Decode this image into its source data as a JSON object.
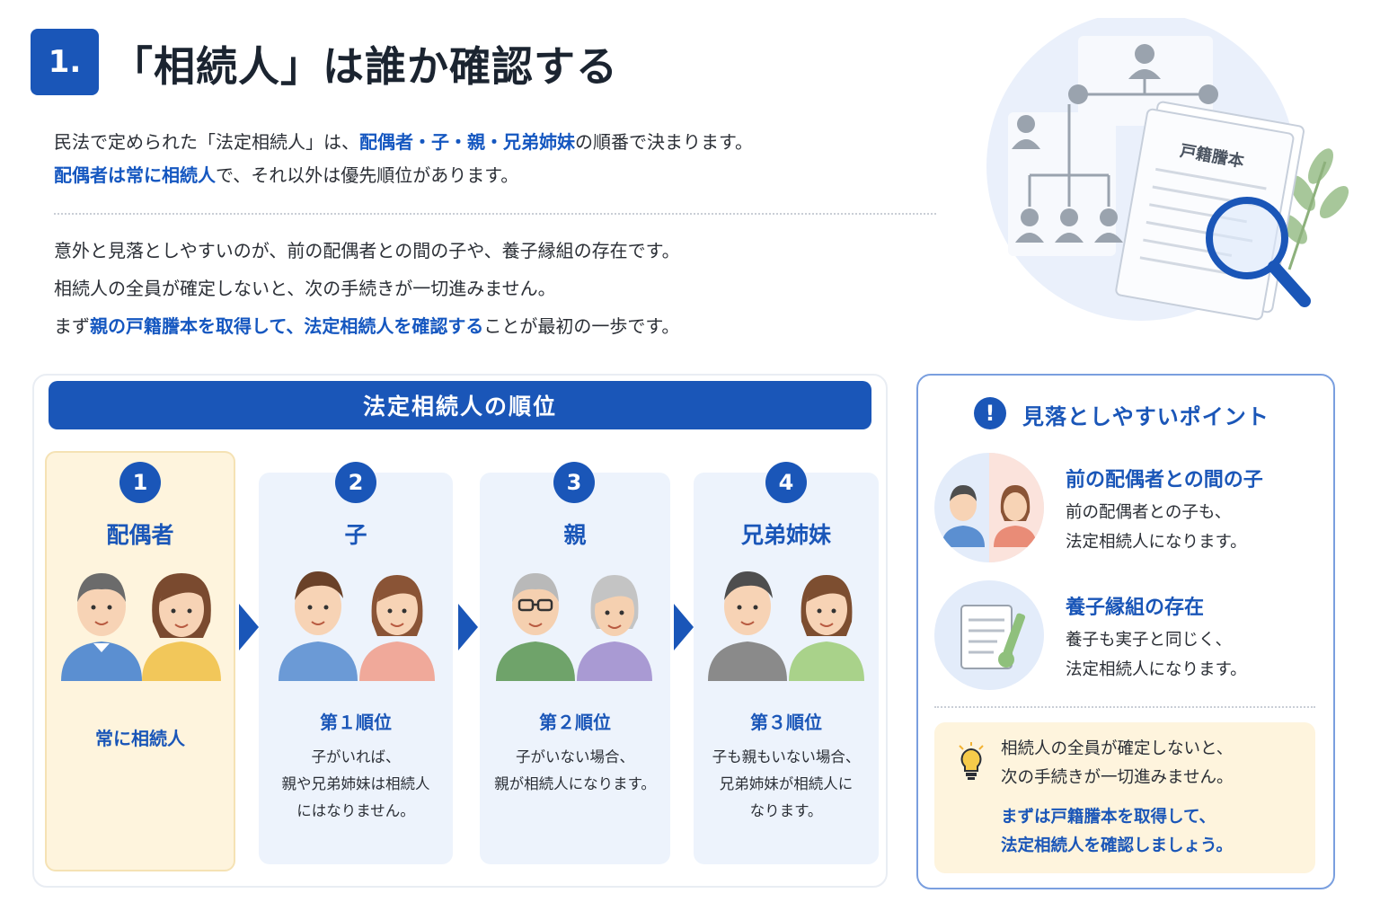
{
  "header": {
    "number": "1.",
    "title": "「相続人」は誰か確認する"
  },
  "intro": {
    "l1_a": "民法で定められた「法定相続人」は、",
    "l1_hl": "配偶者・子・親・兄弟姉妹",
    "l1_b": "の順番で決まります。",
    "l2_hl": "配偶者は常に相続人",
    "l2_b": "で、それ以外は優先順位があります。"
  },
  "body": {
    "l1": "意外と見落としやすいのが、前の配偶者との間の子や、養子縁組の存在です。",
    "l2": "相続人の全員が確定しないと、次の手続きが一切進みません。",
    "l3_a": "まず",
    "l3_hl": "親の戸籍謄本を取得して、法定相続人を確認する",
    "l3_b": "ことが最初の一歩です。"
  },
  "illustration": {
    "document_label": "戸籍謄本",
    "icon": "family-tree-document-magnifier-icon"
  },
  "ranking": {
    "title": "法定相続人の順位",
    "cards": [
      {
        "num": "1",
        "title": "配偶者",
        "sub": "常に相続人",
        "desc": []
      },
      {
        "num": "2",
        "title": "子",
        "sub": "第１順位",
        "desc": [
          "子がいれば、",
          "親や兄弟姉妹は相続人",
          "にはなりません。"
        ]
      },
      {
        "num": "3",
        "title": "親",
        "sub": "第２順位",
        "desc": [
          "子がいない場合、",
          "親が相続人になります。"
        ]
      },
      {
        "num": "4",
        "title": "兄弟姉妹",
        "sub": "第３順位",
        "desc": [
          "子も親もいない場合、",
          "兄弟姉妹が相続人に",
          "なります。"
        ]
      }
    ]
  },
  "points": {
    "title": "見落としやすいポイント",
    "icon": "!",
    "items": [
      {
        "heading": "前の配偶者との間の子",
        "desc": [
          "前の配偶者との子も、",
          "法定相続人になります。"
        ]
      },
      {
        "heading": "養子縁組の存在",
        "desc": [
          "養子も実子と同じく、",
          "法定相続人になります。"
        ]
      }
    ],
    "tip": {
      "l1": "相続人の全員が確定しないと、",
      "l2": "次の手続きが一切進みません。",
      "l3": "まずは戸籍謄本を取得して、",
      "l4": "法定相続人を確認しましょう。"
    }
  },
  "colors": {
    "accent": "#1a56b8",
    "spouse_card": "#fef4dd",
    "card": "#edf3fc"
  }
}
